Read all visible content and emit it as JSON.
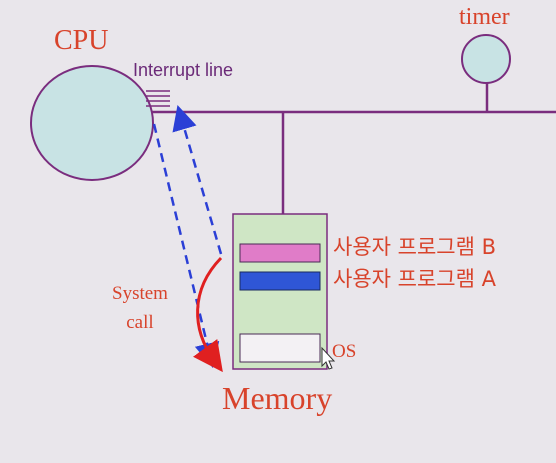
{
  "labels": {
    "cpu": "CPU",
    "timer": "timer",
    "interrupt_line": "Interrupt line",
    "program_b": "사용자 프로그램 B",
    "program_a": "사용자 프로그램 A",
    "system_call_line1": "System",
    "system_call_line2": "call",
    "os": "OS",
    "memory": "Memory"
  },
  "colors": {
    "background": "#e9e6eb",
    "cpu_fill": "#c8e3e4",
    "bus_line": "#7a2d7e",
    "label_red": "#d8432b",
    "memory_fill": "#cfe6c5",
    "program_b_fill": "#e07cc8",
    "program_a_fill": "#2f56d6",
    "os_fill": "#f3f1f4",
    "dashed_arrows": "#2b3fd6",
    "system_call_arrow": "#e02020"
  }
}
